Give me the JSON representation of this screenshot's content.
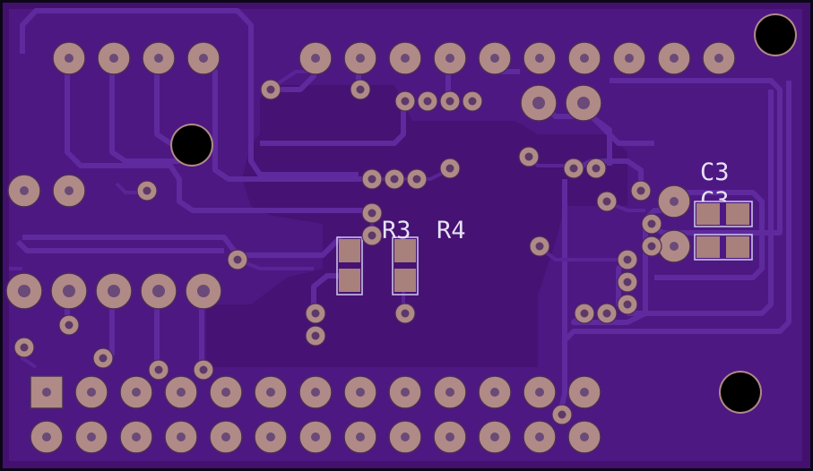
{
  "board": {
    "colors": {
      "board_edge": "#0b0716",
      "board_fill": "#43106e",
      "copper_pour": "#4f1a85",
      "trace": "#5a2496",
      "pad": "#b08a86",
      "pad_ring": "#4b2c5a",
      "hole": "#000000",
      "silkscreen": "#c8c0e8",
      "smd_pad": "#a8807c"
    },
    "silkscreen_labels": {
      "r3": "R3",
      "r4": "R4",
      "c3": "C3",
      "c2_partial": "C3"
    },
    "components": [
      {
        "name": "top-header-left",
        "kind": "through-hole-row",
        "pins": 4
      },
      {
        "name": "top-header-right",
        "kind": "through-hole-row",
        "pins": 10
      },
      {
        "name": "bottom-header-row-1",
        "kind": "through-hole-row",
        "pins": 13,
        "first_pin_square": true
      },
      {
        "name": "bottom-header-row-2",
        "kind": "through-hole-row",
        "pins": 13
      },
      {
        "name": "middle-left-header",
        "kind": "through-hole-row",
        "pins": 5
      },
      {
        "name": "left-pair",
        "kind": "through-hole-row",
        "pins": 2
      },
      {
        "name": "resistor-r3",
        "kind": "smd-0805",
        "pads": 2
      },
      {
        "name": "resistor-r4",
        "kind": "smd-0805",
        "pads": 2
      },
      {
        "name": "capacitor-c3",
        "kind": "smd-0805",
        "pads": 2
      },
      {
        "name": "capacitor-c2",
        "kind": "smd-0805",
        "pads": 2
      },
      {
        "name": "mounting-holes",
        "kind": "npth",
        "count": 3
      }
    ]
  }
}
